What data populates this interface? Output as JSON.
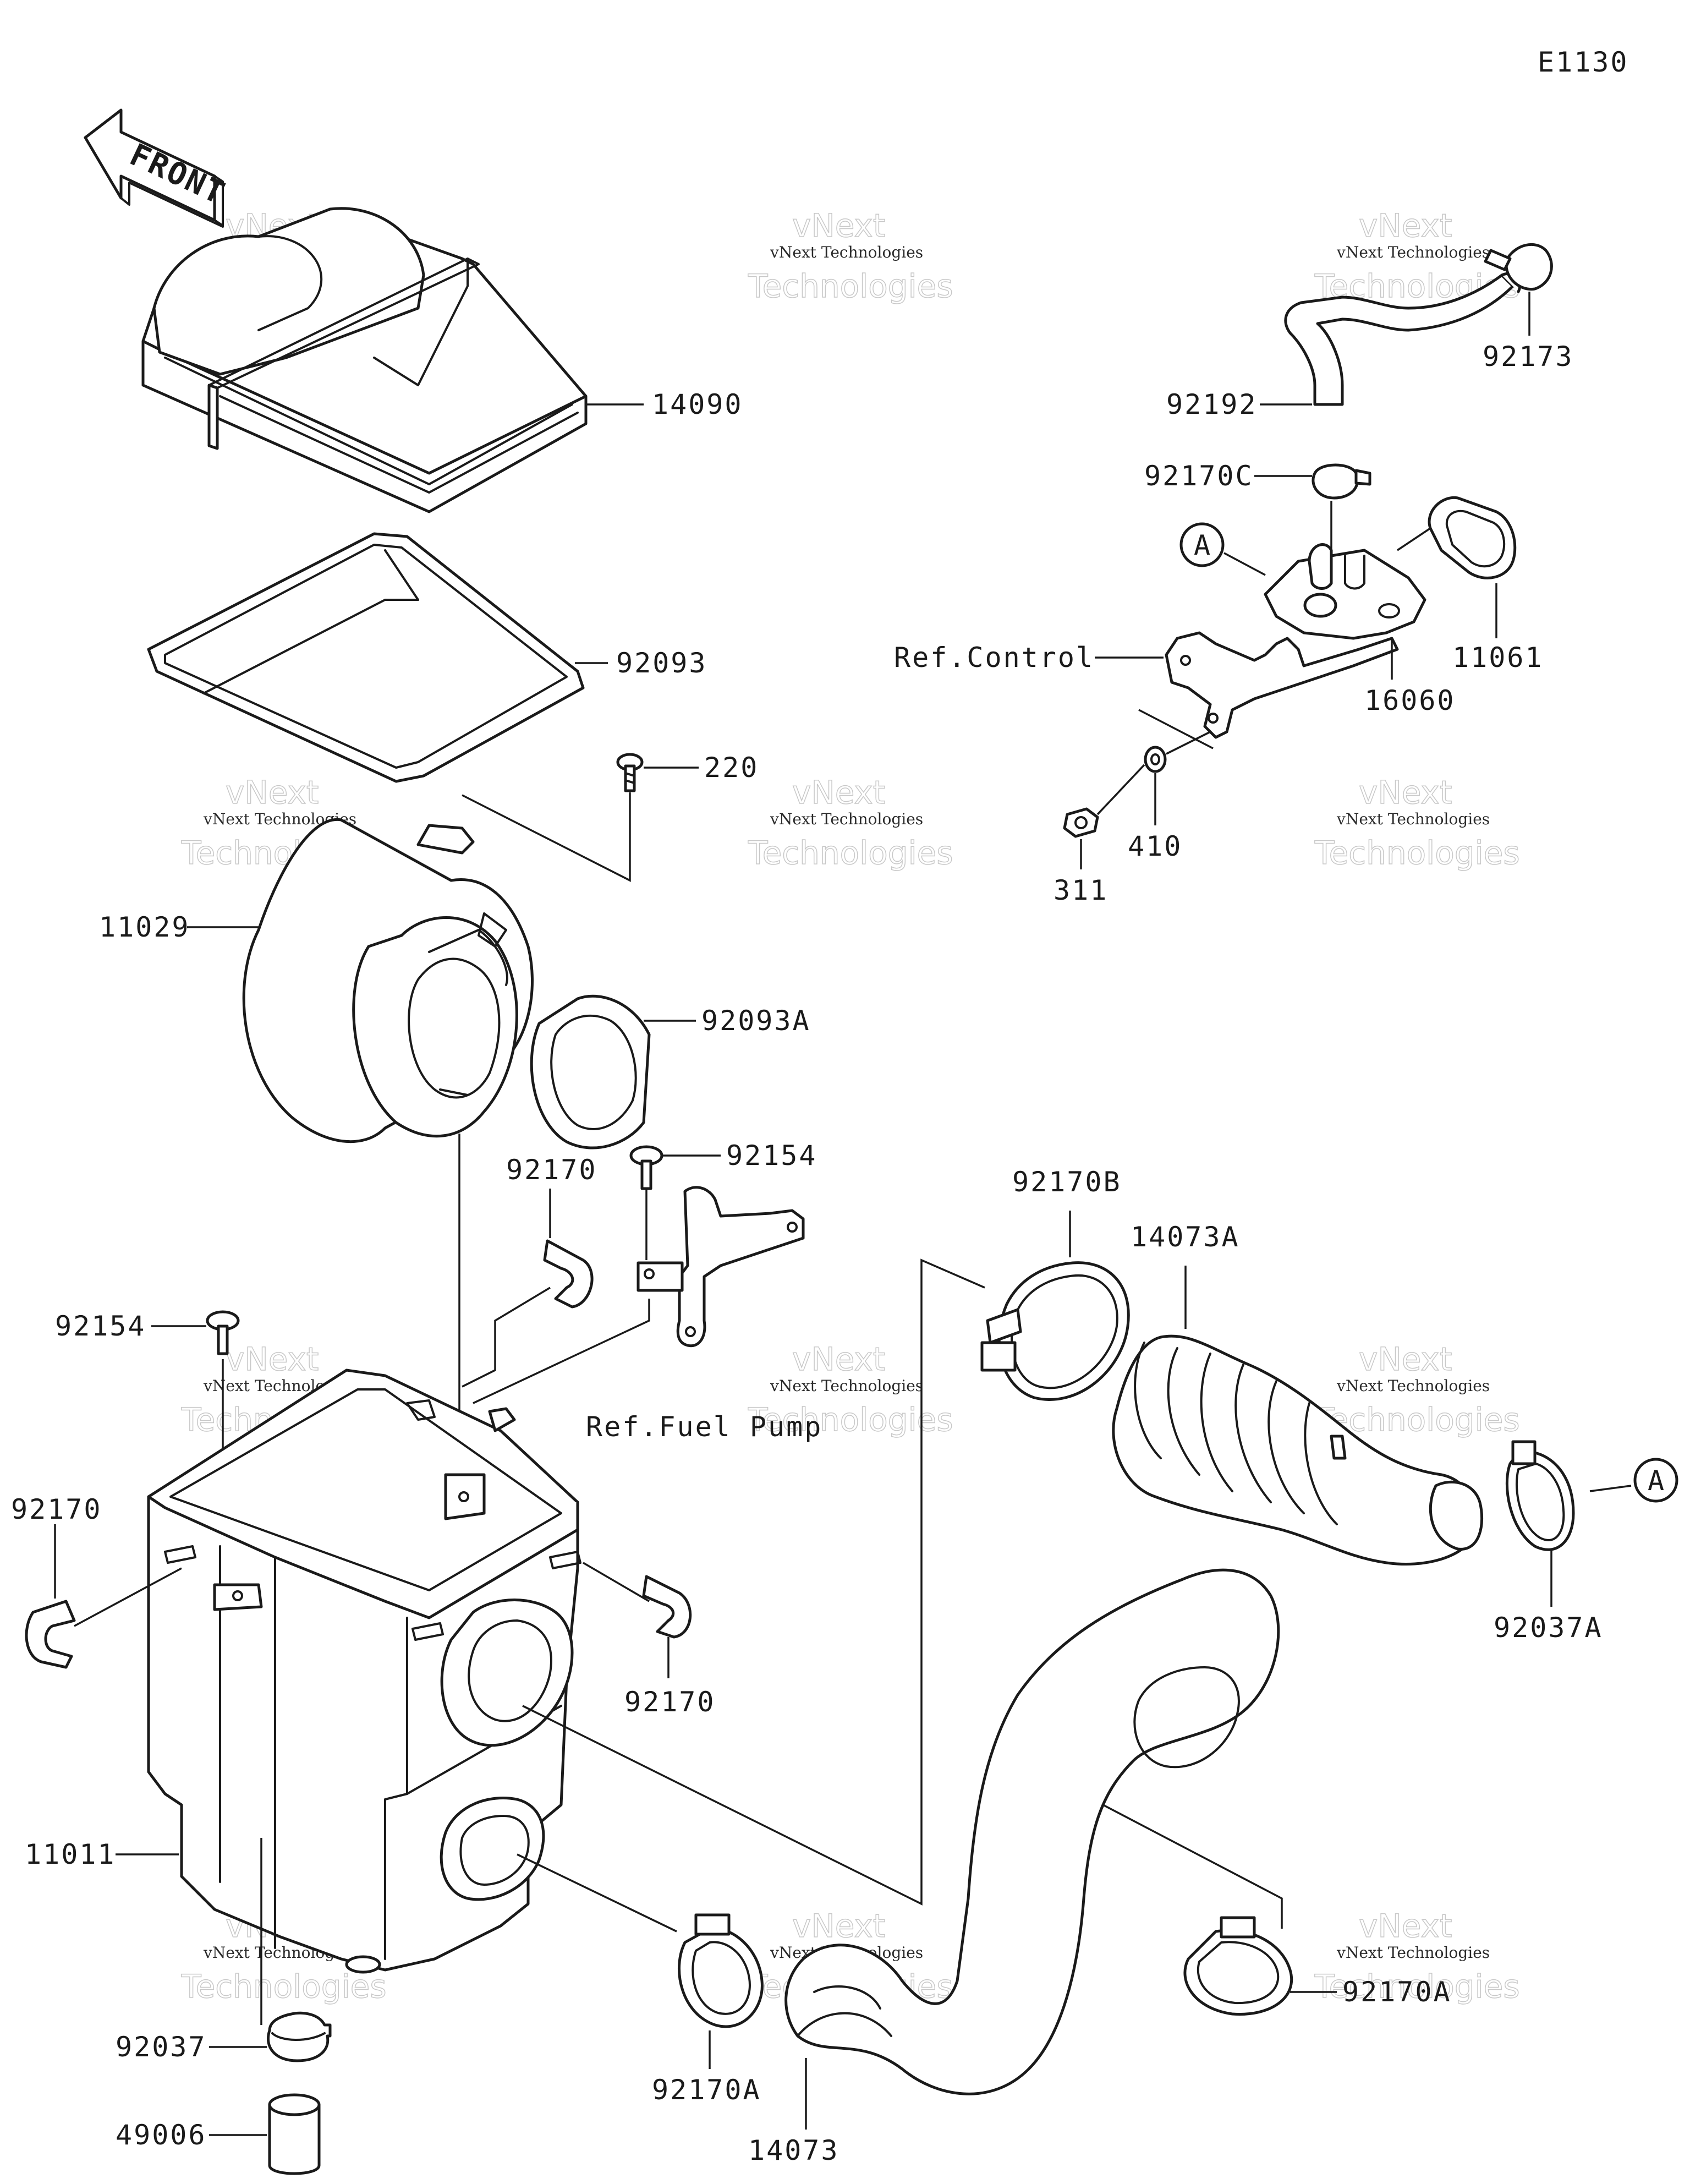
{
  "diagram": {
    "code": "E1130",
    "front_label": "FRONT",
    "ref_callout": "A",
    "watermark": {
      "line1": "vNext",
      "line2": "vNext Technologies",
      "line3": "Technologies"
    },
    "parts": [
      {
        "id": "14090",
        "label": "14090"
      },
      {
        "id": "92093",
        "label": "92093"
      },
      {
        "id": "220",
        "label": "220"
      },
      {
        "id": "11029",
        "label": "11029"
      },
      {
        "id": "92093A",
        "label": "92093A"
      },
      {
        "id": "92170-top",
        "label": "92170"
      },
      {
        "id": "92154-right",
        "label": "92154"
      },
      {
        "id": "92154-left",
        "label": "92154"
      },
      {
        "id": "ref-fuel-pump",
        "label": "Ref.Fuel Pump"
      },
      {
        "id": "92170-left",
        "label": "92170"
      },
      {
        "id": "92170-right",
        "label": "92170"
      },
      {
        "id": "11011",
        "label": "11011"
      },
      {
        "id": "92037",
        "label": "92037"
      },
      {
        "id": "49006",
        "label": "49006"
      },
      {
        "id": "92170A-bottom",
        "label": "92170A"
      },
      {
        "id": "14073",
        "label": "14073"
      },
      {
        "id": "92170A-right",
        "label": "92170A"
      },
      {
        "id": "92170B",
        "label": "92170B"
      },
      {
        "id": "14073A",
        "label": "14073A"
      },
      {
        "id": "92037A",
        "label": "92037A"
      },
      {
        "id": "92192",
        "label": "92192"
      },
      {
        "id": "92173",
        "label": "92173"
      },
      {
        "id": "92170C",
        "label": "92170C"
      },
      {
        "id": "ref-control",
        "label": "Ref.Control"
      },
      {
        "id": "11061",
        "label": "11061"
      },
      {
        "id": "16060",
        "label": "16060"
      },
      {
        "id": "311",
        "label": "311"
      },
      {
        "id": "410",
        "label": "410"
      }
    ]
  }
}
